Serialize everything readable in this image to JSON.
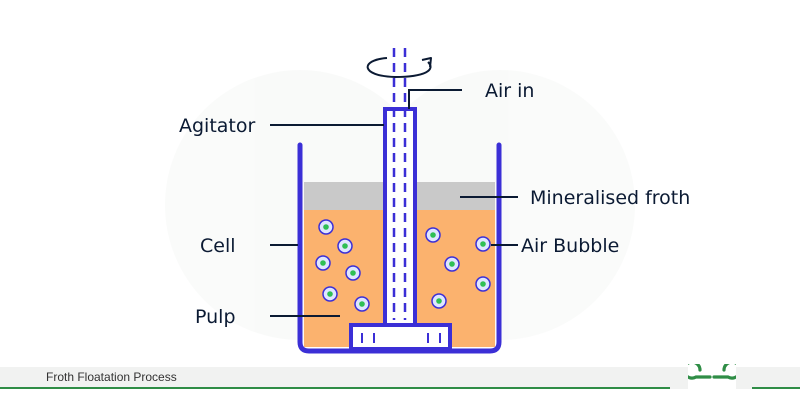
{
  "labels": {
    "agitator": "Agitator",
    "air_in": "Air in",
    "mineralised_froth": "Mineralised froth",
    "cell": "Cell",
    "air_bubble": "Air Bubble",
    "pulp": "Pulp"
  },
  "footer": {
    "caption": "Froth Floatation Process",
    "logo": "geeksforgeeks-logo"
  },
  "colors": {
    "tank_outline": "#3b2fd6",
    "pulp": "#fbb26e",
    "froth": "#c9c9c9",
    "bubble_fill": "#dfe6ff",
    "bubble_core": "#2fbf55",
    "leader_line": "#0b1a33",
    "footer_accent": "#2f8d46"
  }
}
